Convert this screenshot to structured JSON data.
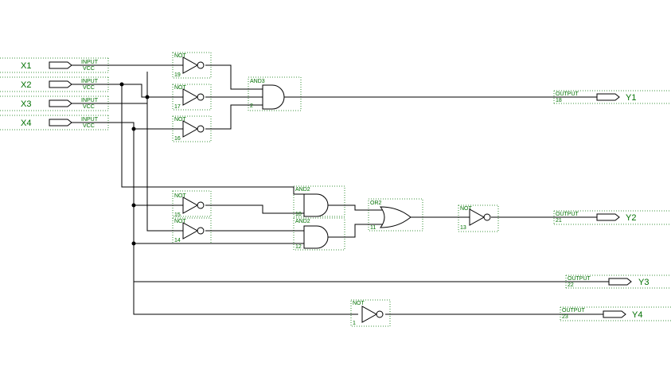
{
  "inputs": [
    {
      "name": "X1",
      "type": "INPUT",
      "value": "VCC"
    },
    {
      "name": "X2",
      "type": "INPUT",
      "value": "VCC"
    },
    {
      "name": "X3",
      "type": "INPUT",
      "value": "VCC"
    },
    {
      "name": "X4",
      "type": "INPUT",
      "value": "VCC"
    }
  ],
  "gates": {
    "not_19": {
      "type": "NOT",
      "num": "19"
    },
    "not_17": {
      "type": "NOT",
      "num": "17"
    },
    "not_16": {
      "type": "NOT",
      "num": "16"
    },
    "and3_2": {
      "type": "AND3",
      "num": "2"
    },
    "not_15": {
      "type": "NOT",
      "num": "15"
    },
    "not_14": {
      "type": "NOT",
      "num": "14"
    },
    "and2_10": {
      "type": "AND2",
      "num": "10"
    },
    "and2_12": {
      "type": "AND2",
      "num": "12"
    },
    "or2_11": {
      "type": "OR2",
      "num": "11"
    },
    "not_13": {
      "type": "NOT",
      "num": "13"
    },
    "not_1": {
      "type": "NOT",
      "num": "1"
    }
  },
  "outputs": [
    {
      "name": "Y1",
      "type": "OUTPUT",
      "num": "18"
    },
    {
      "name": "Y2",
      "type": "OUTPUT",
      "num": "21"
    },
    {
      "name": "Y3",
      "type": "OUTPUT",
      "num": "22"
    },
    {
      "name": "Y4",
      "type": "OUTPUT",
      "num": "23"
    }
  ]
}
